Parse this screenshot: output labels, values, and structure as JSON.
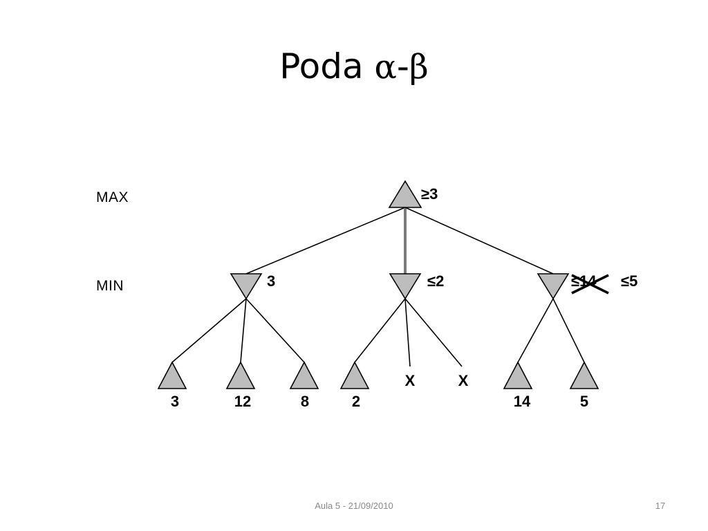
{
  "slide": {
    "title_text": "Poda ",
    "title_alpha": "α",
    "title_dash": "-",
    "title_beta": "β",
    "footer": "Aula 5 - 21/09/2010",
    "page_number": "17"
  },
  "tree": {
    "levels": {
      "max": "MAX",
      "min": "MIN"
    },
    "root": {
      "value": "≥3"
    },
    "min_nodes": [
      {
        "value": "3"
      },
      {
        "value": "≤2"
      },
      {
        "value_struck": "≤14",
        "value": "≤5"
      }
    ],
    "leaves": [
      "3",
      "12",
      "8",
      "2",
      "X",
      "X",
      "14",
      "5"
    ],
    "colors": {
      "node_fill": "#bdbdbd",
      "stroke": "#000000",
      "emphasis_edge": "#7a7a7a"
    }
  }
}
